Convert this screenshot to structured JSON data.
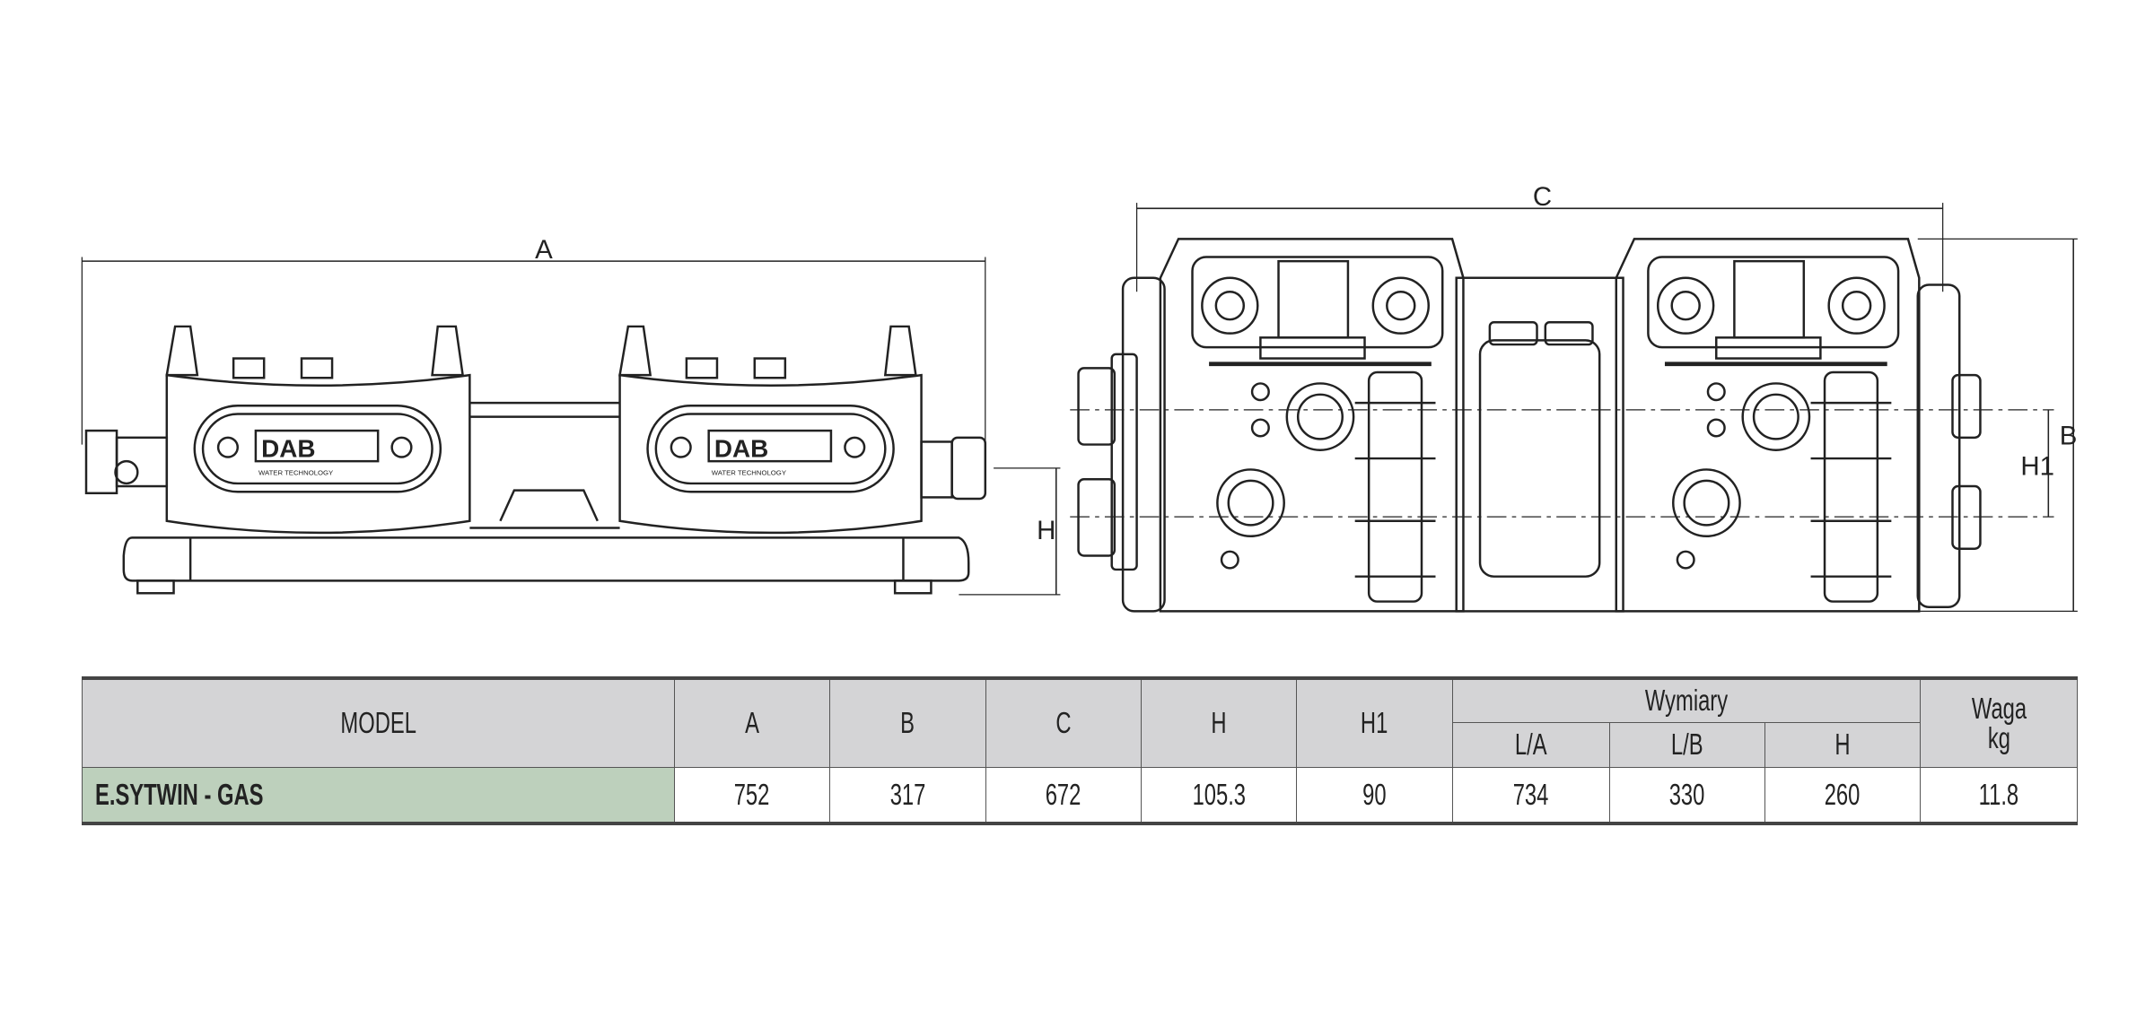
{
  "drawing": {
    "dimension_labels": {
      "A": "A",
      "H": "H",
      "C": "C",
      "B": "B",
      "H1": "H1"
    },
    "logo_text": "DAB",
    "logo_subtext": "WATER TECHNOLOGY"
  },
  "table": {
    "headers": {
      "model": "MODEL",
      "a": "A",
      "b": "B",
      "c": "C",
      "h": "H",
      "h1": "H1",
      "group": "Wymiary",
      "la": "L/A",
      "lb": "L/B",
      "gh": "H",
      "weight": "Waga",
      "weight_unit": "kg"
    },
    "rows": [
      {
        "model": "E.SYTWIN - GAS",
        "a": "752",
        "b": "317",
        "c": "672",
        "h": "105.3",
        "h1": "90",
        "la": "734",
        "lb": "330",
        "gh": "260",
        "weight": "11.8"
      }
    ]
  }
}
